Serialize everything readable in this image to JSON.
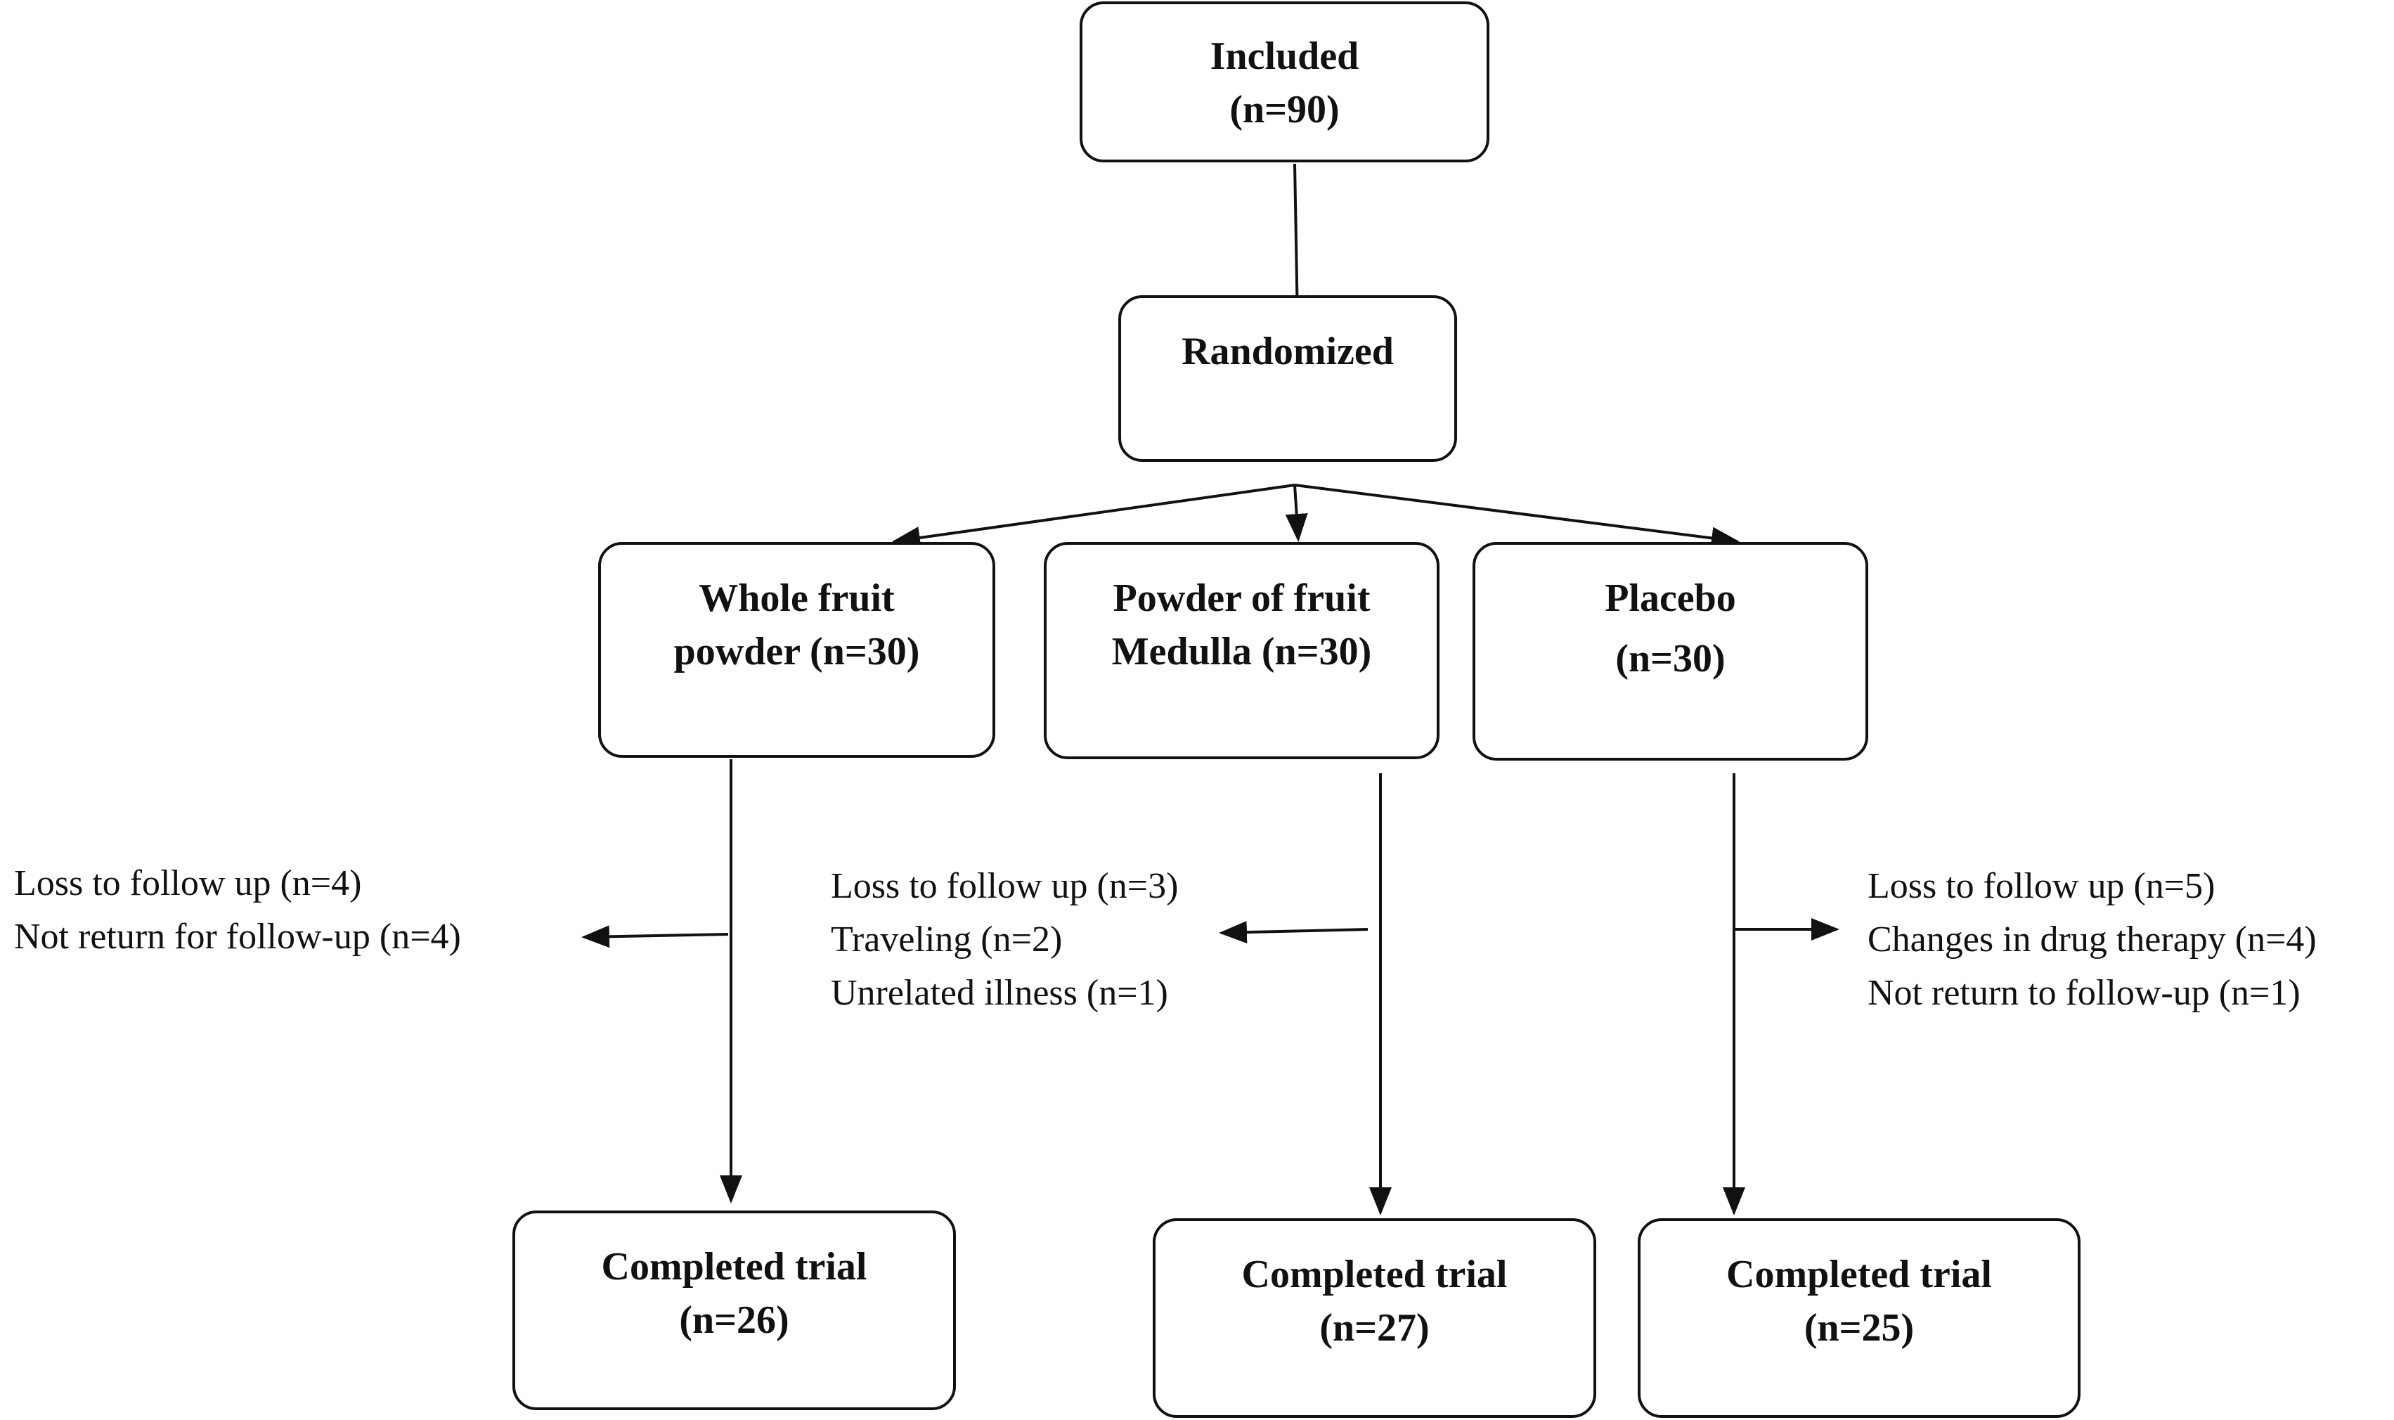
{
  "nodes": {
    "included": {
      "line1": "Included",
      "line2": "(n=90)"
    },
    "randomized": {
      "line1": "Randomized"
    },
    "whole_fruit": {
      "line1": "Whole fruit",
      "line2": "powder (n=30)"
    },
    "medulla": {
      "line1": "Powder of fruit",
      "line2": "Medulla (n=30)"
    },
    "placebo": {
      "line1": "Placebo",
      "line2": "(n=30)"
    },
    "completed_whole": {
      "line1": "Completed trial",
      "line2": "(n=26)"
    },
    "completed_medulla": {
      "line1": "Completed trial",
      "line2": "(n=27)"
    },
    "completed_placebo": {
      "line1": "Completed trial",
      "line2": "(n=25)"
    }
  },
  "dropouts": {
    "whole_fruit": [
      "Loss to follow up (n=4)",
      "Not return for follow-up (n=4)"
    ],
    "medulla": [
      "Loss to follow up (n=3)",
      "Traveling (n=2)",
      "Unrelated illness (n=1)"
    ],
    "placebo": [
      "Loss to follow up (n=5)",
      "Changes in drug therapy (n=4)",
      "Not return to follow-up (n=1)"
    ]
  }
}
